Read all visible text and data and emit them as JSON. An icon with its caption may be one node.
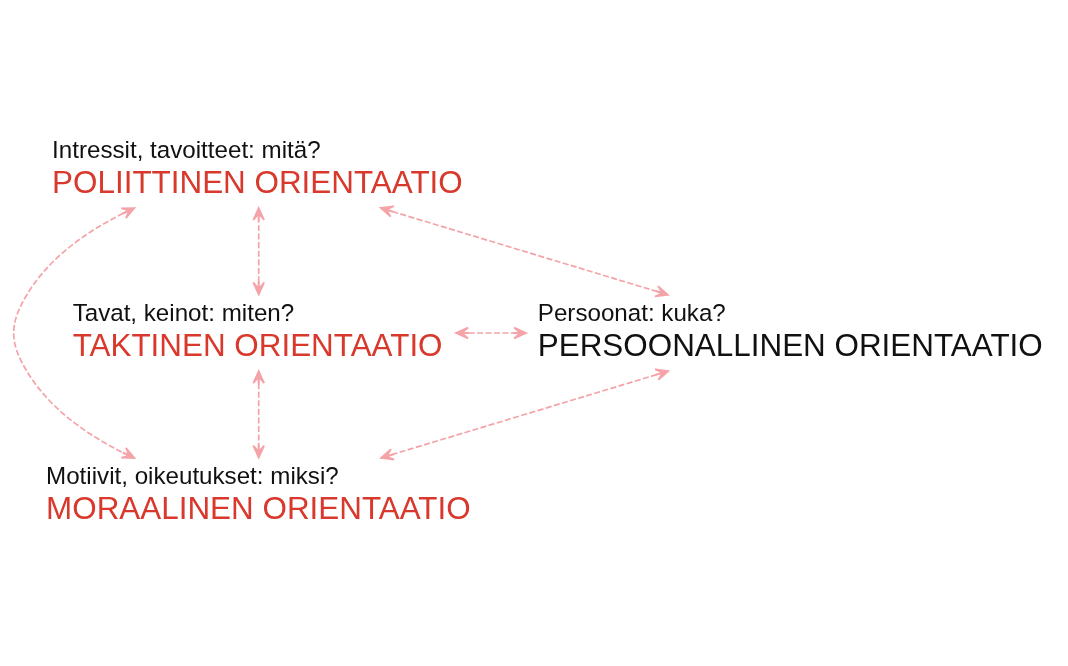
{
  "diagram": {
    "nodes": [
      {
        "text": [
          "Intressit, tavoitteet: mitä?",
          "POLIITTINEN ORIENTAATIO"
        ]
      },
      {
        "text": [
          "Tavat, keinot: miten?",
          "TAKTINEN ORIENTAATIO"
        ]
      },
      {
        "text": [
          "Persoonat: kuka?",
          "PERSOONALLINEN ORIENTAATIO"
        ]
      },
      {
        "text": [
          "Motiivit, oikeutukset: miksi?",
          "MORAALINEN ORIENTAATIO"
        ]
      }
    ],
    "edges": [
      {
        "from": 1,
        "to": 0,
        "arrow": "both",
        "style": "dashed"
      },
      {
        "from": 1,
        "to": 2,
        "arrow": "both",
        "style": "dashed"
      },
      {
        "from": 0,
        "to": 2,
        "arrow": "both",
        "style": "dashed"
      },
      {
        "from": 1,
        "to": 3,
        "arrow": "both",
        "style": "dashed"
      },
      {
        "from": 2,
        "to": 3,
        "arrow": "both",
        "style": "dashed"
      },
      {
        "from": 0,
        "to": 3,
        "arrow": "both",
        "style": "dashed"
      }
    ]
  }
}
